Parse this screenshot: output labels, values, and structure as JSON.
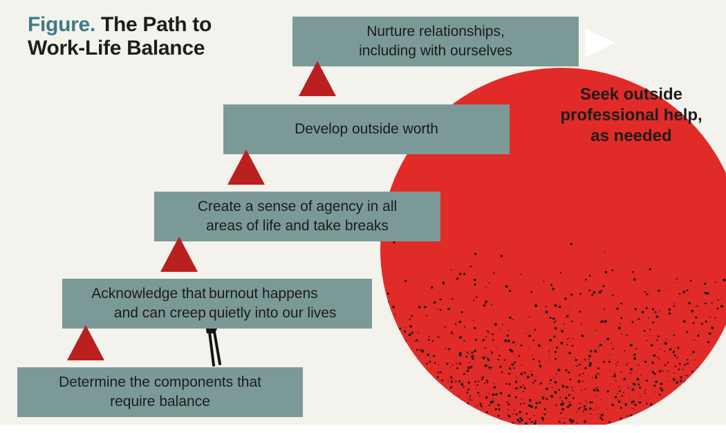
{
  "title": {
    "lead": "Figure.",
    "line1_rest": "The Path to",
    "line2": "Work-Life Balance"
  },
  "steps": [
    {
      "lines": [
        "Determine the components that",
        "require balance"
      ]
    },
    {
      "lines": [
        "Acknowledge that burnout happens",
        "and can creep quietly into our lives"
      ],
      "left": [
        "Acknowledge that",
        "and can creep"
      ],
      "right": [
        "burnout happens",
        "quietly into our lives"
      ]
    },
    {
      "lines": [
        "Create a sense of agency in all",
        "areas of life and take breaks"
      ]
    },
    {
      "lines": [
        "Develop outside worth"
      ]
    },
    {
      "lines": [
        "Nurture relationships,",
        "including with ourselves"
      ]
    }
  ],
  "outside_help": {
    "lines": [
      "Seek outside",
      "professional help,",
      "as needed"
    ]
  },
  "colors": {
    "step_box": "#7b9a97",
    "triangle": "#b9201f",
    "circle": "#e12b28",
    "title_accent": "#3f7b86",
    "background": "#f3f2ec"
  }
}
